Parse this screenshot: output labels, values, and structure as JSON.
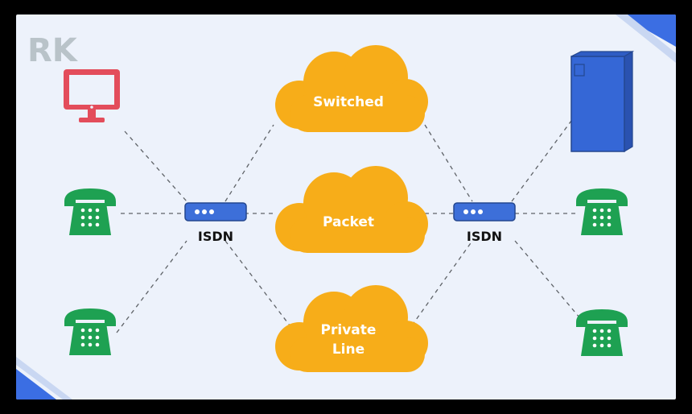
{
  "logo": {
    "text": "RK"
  },
  "clouds": {
    "switched": {
      "line1": "Switched"
    },
    "packet": {
      "line1": "Packet"
    },
    "private_line": {
      "line1": "Private",
      "line2": "Line"
    }
  },
  "isdn": {
    "left": "ISDN",
    "right": "ISDN"
  },
  "colors": {
    "background": "#edf2fb",
    "cloud": "#f7ad19",
    "isdn_box": "#3d6fd9",
    "phone": "#1ea152",
    "monitor": "#e34d5b",
    "server": "#3567d6",
    "link": "#5f6368",
    "corner_accent": "#3b6ee3"
  },
  "devices": {
    "left": [
      "monitor-icon",
      "phone-icon",
      "phone-icon"
    ],
    "right": [
      "server-icon",
      "phone-icon",
      "phone-icon"
    ]
  }
}
